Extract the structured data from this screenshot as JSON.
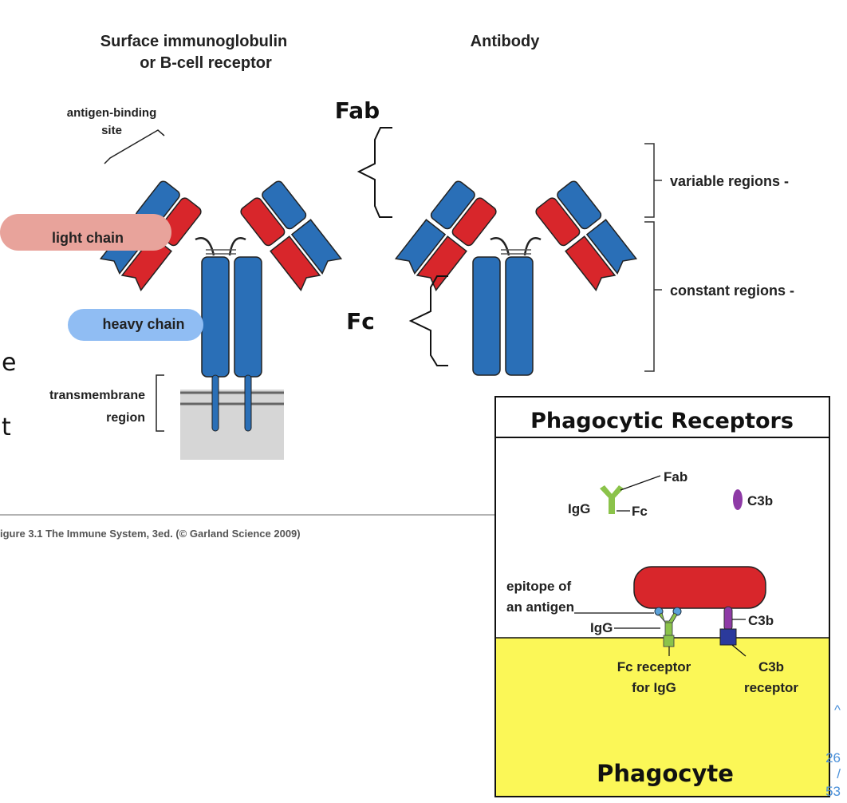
{
  "left_figure": {
    "title_line1": "Surface immunoglobulin",
    "title_line2": "or B-cell receptor",
    "antigen_site_line1": "antigen-binding",
    "antigen_site_line2": "site",
    "light_chain": "light chain",
    "heavy_chain": "heavy chain",
    "transmembrane_line1": "transmembrane",
    "transmembrane_line2": "region",
    "caption": "igure 3.1 The Immune System, 3ed. (© Garland Science 2009)",
    "handwriting_1": "e",
    "handwriting_2": "t"
  },
  "right_figure": {
    "title": "Antibody",
    "fab": "Fab",
    "fc": "Fc",
    "variable_regions": "variable regions -",
    "constant_regions": "constant regions -"
  },
  "phagocytic_panel": {
    "title": "Phagocytic Receptors",
    "legend_igg": "IgG",
    "legend_fab": "Fab",
    "legend_fc": "Fc",
    "legend_c3b": "C3b",
    "epitope_line1": "epitope of",
    "epitope_line2": "an antigen",
    "igg_label": "IgG",
    "c3b_label": "C3b",
    "fc_receptor_line1": "Fc receptor",
    "fc_receptor_line2": "for IgG",
    "c3b_receptor_line1": "C3b",
    "c3b_receptor_line2": "receptor",
    "phagocyte": "Phagocyte"
  },
  "pager": {
    "current": "26",
    "separator": "/",
    "total": "53",
    "up_arrow": "^"
  },
  "colors": {
    "red": "#d8262b",
    "blue": "#2a6fb7",
    "green": "#8bc34a",
    "purple": "#8e3aa6",
    "yellow": "#fbf757"
  }
}
